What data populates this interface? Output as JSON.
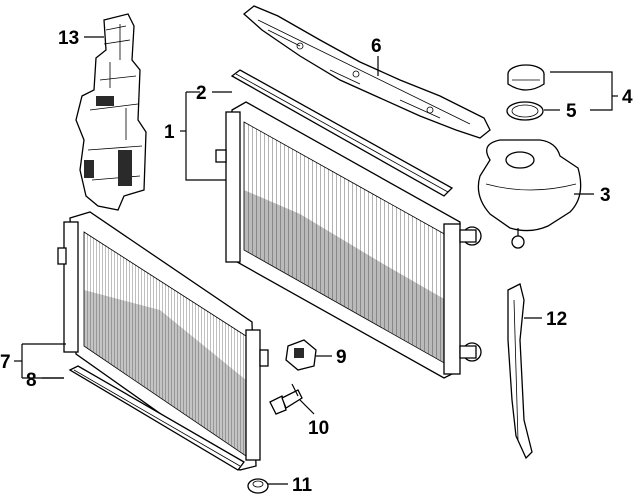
{
  "callouts": [
    "1",
    "2",
    "3",
    "4",
    "5",
    "6",
    "7",
    "8",
    "9",
    "10",
    "11",
    "12",
    "13"
  ],
  "colors": {
    "ink": "#000000",
    "background": "#ffffff"
  }
}
